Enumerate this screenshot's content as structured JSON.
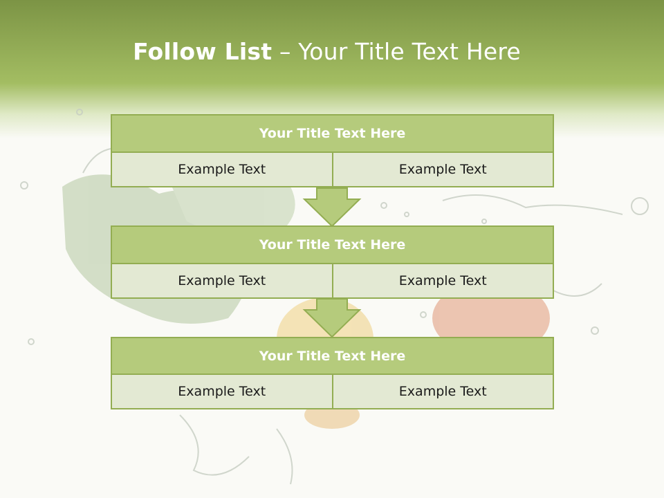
{
  "slide": {
    "title_bold": "Follow List",
    "title_rest": " – Your Title Text Here"
  },
  "steps": [
    {
      "title": "Your Title Text Here",
      "left": "Example Text",
      "right": "Example Text"
    },
    {
      "title": "Your Title Text Here",
      "left": "Example Text",
      "right": "Example Text"
    },
    {
      "title": "Your Title Text Here",
      "left": "Example Text",
      "right": "Example Text"
    }
  ],
  "colors": {
    "header_green": "#a3bd62",
    "box_title": "#b5cb7c",
    "box_cell": "#e3e9d3",
    "border": "#93ad52"
  },
  "background_image": "vegetables-water-splash"
}
